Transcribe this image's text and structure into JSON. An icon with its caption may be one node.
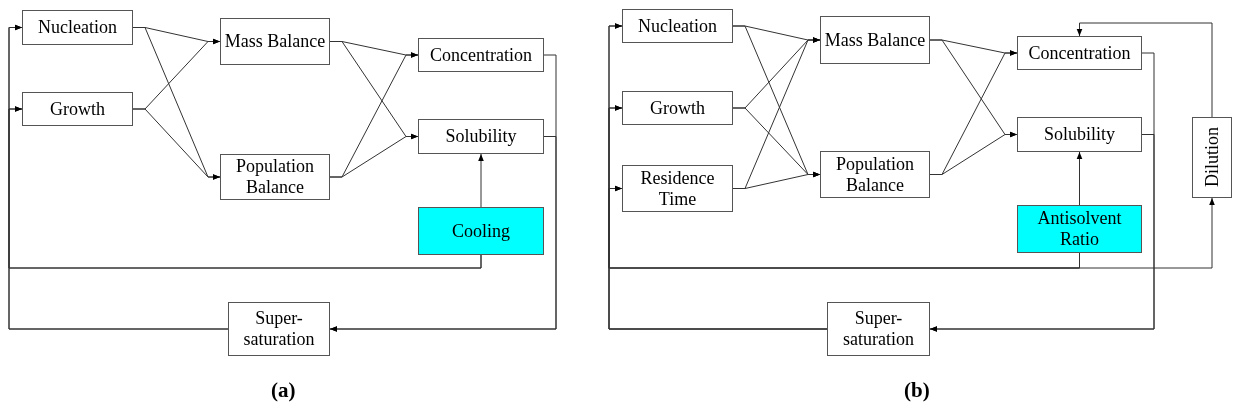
{
  "diagram": {
    "nodes": [
      {
        "text": [
          "Nucleation"
        ]
      },
      {
        "text": [
          "Growth"
        ]
      },
      {
        "text": [
          "Mass Balance"
        ]
      },
      {
        "text": [
          "Population Balance"
        ]
      },
      {
        "text": [
          "Concentration"
        ]
      },
      {
        "text": [
          "Solubility"
        ]
      },
      {
        "text": [
          "Cooling"
        ]
      },
      {
        "text": [
          "Super- saturation"
        ]
      },
      {
        "text": [
          "Nucleation"
        ]
      },
      {
        "text": [
          "Growth"
        ]
      },
      {
        "text": [
          "Residence Time"
        ]
      },
      {
        "text": [
          "Mass Balance"
        ]
      },
      {
        "text": [
          "Population Balance"
        ]
      },
      {
        "text": [
          "Concentration"
        ]
      },
      {
        "text": [
          "Solubility"
        ]
      },
      {
        "text": [
          "Antisolvent Ratio"
        ]
      },
      {
        "text": [
          "Dilution"
        ]
      },
      {
        "text": [
          "Super- saturation"
        ]
      }
    ],
    "edges": [
      {
        "from": 0,
        "to": 2,
        "arrow": "to"
      },
      {
        "from": 0,
        "to": 3,
        "arrow": "to"
      },
      {
        "from": 1,
        "to": 2,
        "arrow": "to"
      },
      {
        "from": 1,
        "to": 3,
        "arrow": "to"
      },
      {
        "from": 2,
        "to": 4,
        "arrow": "to"
      },
      {
        "from": 2,
        "to": 5,
        "arrow": "to"
      },
      {
        "from": 3,
        "to": 4,
        "arrow": "to"
      },
      {
        "from": 3,
        "to": 5,
        "arrow": "to"
      },
      {
        "from": 6,
        "to": 5,
        "arrow": "to"
      },
      {
        "from": 6,
        "to": 0,
        "arrow": "to"
      },
      {
        "from": 6,
        "to": 1,
        "arrow": "to"
      },
      {
        "from": 7,
        "to": 0,
        "arrow": "to"
      },
      {
        "from": 7,
        "to": 1,
        "arrow": "to"
      },
      {
        "from": 4,
        "to": 7,
        "arrow": "to"
      },
      {
        "from": 5,
        "to": 7,
        "arrow": "to"
      },
      {
        "from": 8,
        "to": 11,
        "arrow": "to"
      },
      {
        "from": 8,
        "to": 12,
        "arrow": "to"
      },
      {
        "from": 9,
        "to": 11,
        "arrow": "to"
      },
      {
        "from": 9,
        "to": 12,
        "arrow": "to"
      },
      {
        "from": 10,
        "to": 11,
        "arrow": "to"
      },
      {
        "from": 10,
        "to": 12,
        "arrow": "to"
      },
      {
        "from": 11,
        "to": 13,
        "arrow": "to"
      },
      {
        "from": 11,
        "to": 14,
        "arrow": "to"
      },
      {
        "from": 12,
        "to": 13,
        "arrow": "to"
      },
      {
        "from": 12,
        "to": 14,
        "arrow": "to"
      },
      {
        "from": 15,
        "to": 14,
        "arrow": "to"
      },
      {
        "from": 15,
        "to": 8,
        "arrow": "to"
      },
      {
        "from": 15,
        "to": 9,
        "arrow": "to"
      },
      {
        "from": 15,
        "to": 10,
        "arrow": "to"
      },
      {
        "from": 15,
        "to": 16,
        "arrow": "to"
      },
      {
        "from": 16,
        "to": 13,
        "arrow": "to"
      },
      {
        "from": 13,
        "to": 17,
        "arrow": "to"
      },
      {
        "from": 14,
        "to": 17,
        "arrow": "to"
      },
      {
        "from": 17,
        "to": 8,
        "arrow": "to"
      },
      {
        "from": 17,
        "to": 9,
        "arrow": "to"
      },
      {
        "from": 17,
        "to": 10,
        "arrow": "to"
      }
    ],
    "labels": [
      "(a)",
      "(b)"
    ]
  }
}
